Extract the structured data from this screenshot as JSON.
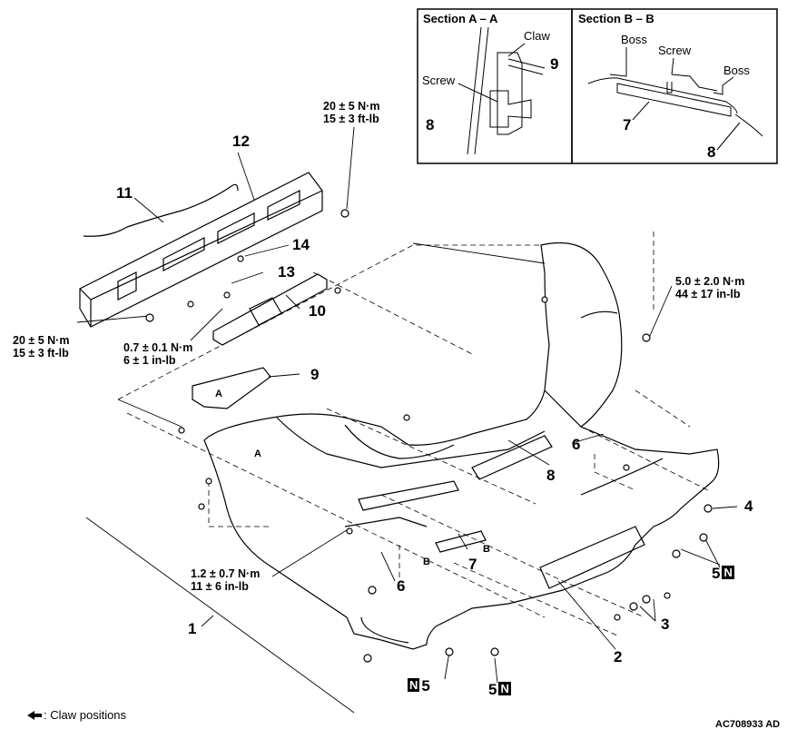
{
  "section_a": {
    "title": "Section A – A",
    "claw": "Claw",
    "screw": "Screw",
    "num_9": "9",
    "num_8": "8"
  },
  "section_b": {
    "title": "Section B – B",
    "boss_left": "Boss",
    "screw": "Screw",
    "boss_right": "Boss",
    "num_7": "7",
    "num_8": "8"
  },
  "torques": {
    "top_right_bolt_nm": "20 ± 5 N·m",
    "top_right_bolt_ftlb": "15 ± 3 ft-lb",
    "left_bolt_nm": "20 ± 5 N·m",
    "left_bolt_ftlb": "15 ± 3 ft-lb",
    "clip_nm": "0.7 ± 0.1 N·m",
    "clip_inlb": "6 ± 1 in-lb",
    "side_bolt_nm": "5.0 ± 2.0 N·m",
    "side_bolt_inlb": "44 ± 17 in-lb",
    "lower_bolt_nm": "1.2 ± 0.7 N·m",
    "lower_bolt_inlb": "11 ± 6 in-lb"
  },
  "parts": {
    "p1": "1",
    "p2": "2",
    "p3": "3",
    "p4": "4",
    "p5a": "5",
    "p5b": "5",
    "p5c": "5",
    "p6a": "6",
    "p6b": "6",
    "p7": "7",
    "p8": "8",
    "p9": "9",
    "p10": "10",
    "p11": "11",
    "p12": "12",
    "p13": "13",
    "p14": "14",
    "new_mark": "N"
  },
  "markers": {
    "a_upper": "A",
    "a_lower": "A",
    "b_left": "B",
    "b_right": "B"
  },
  "legend": {
    "claw_positions": ": Claw positions"
  },
  "code": "AC708933 AD"
}
